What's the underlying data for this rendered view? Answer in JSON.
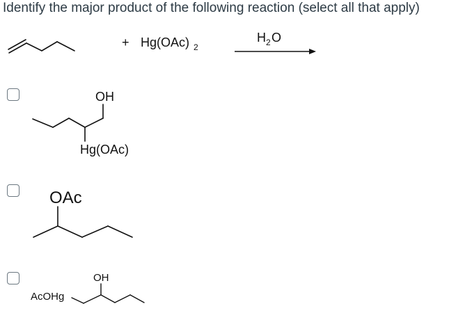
{
  "question": {
    "text": "Identify the major product of the following reaction (select all that apply)"
  },
  "reaction": {
    "reagent_plus": "+",
    "reagent_main": "Hg(OAc)",
    "reagent_subscript": "2",
    "solvent_main": "H",
    "solvent_subscript": "2",
    "solvent_tail": "O"
  },
  "options": [
    {
      "checked": false,
      "labels": {
        "oh": "OH",
        "hg": "Hg(OAc)"
      }
    },
    {
      "checked": false,
      "labels": {
        "oac": "OAc"
      }
    },
    {
      "checked": false,
      "labels": {
        "oh": "OH",
        "acohg": "AcOHg"
      }
    }
  ],
  "colors": {
    "text": "#2d3b45",
    "bond": "#111111",
    "checkbox_border": "#6b7780"
  },
  "icons": {
    "checkbox": "empty-checkbox-icon",
    "arrow": "reaction-arrow-icon"
  }
}
